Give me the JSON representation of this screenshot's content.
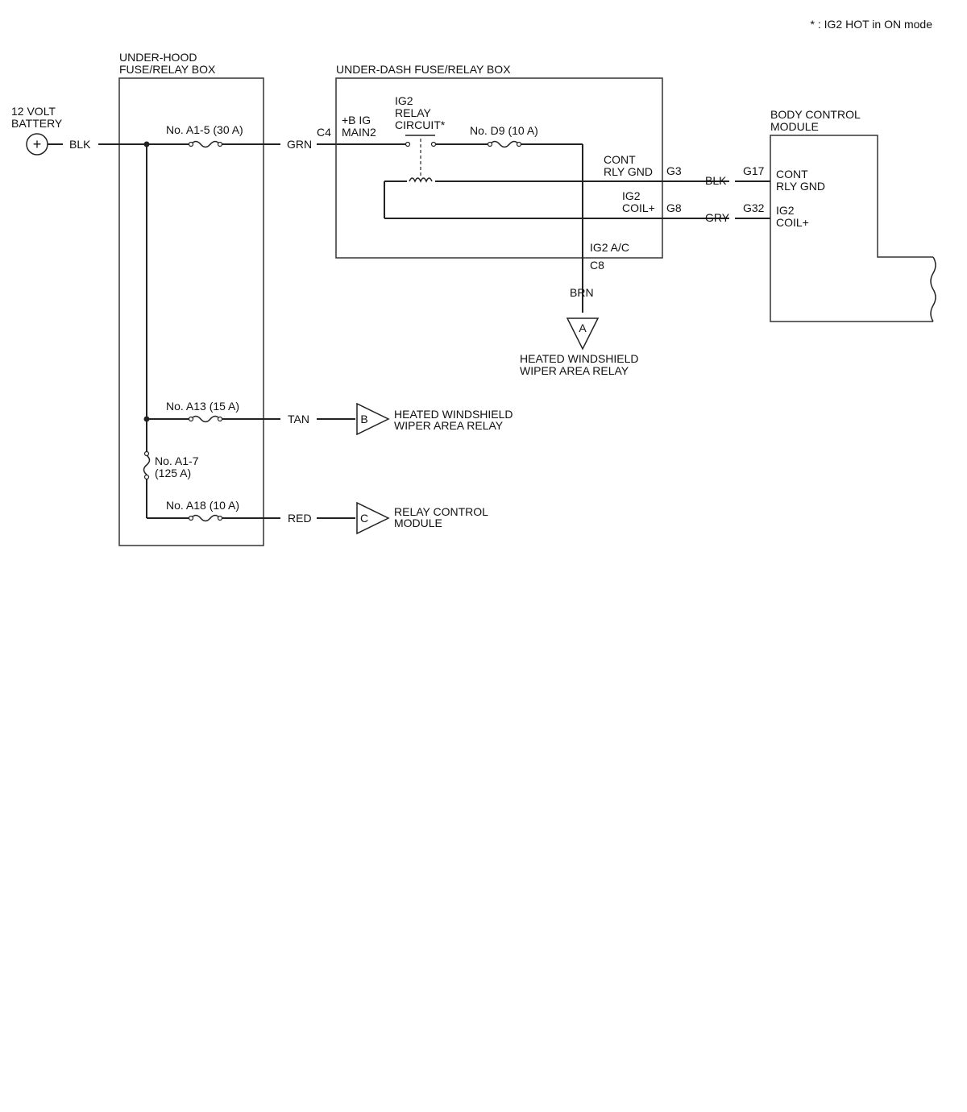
{
  "note": "* : IG2 HOT in ON mode",
  "battery": {
    "line1": "12 VOLT",
    "line2": "BATTERY",
    "wire": "BLK",
    "symbol": "+"
  },
  "under_hood_box": {
    "line1": "UNDER-HOOD",
    "line2": "FUSE/RELAY BOX",
    "fuse_a1_5": "No. A1-5 (30 A)",
    "fuse_a13": "No. A13 (15 A)",
    "fuse_a1_7_line1": "No. A1-7",
    "fuse_a1_7_line2": "(125 A)",
    "fuse_a18": "No. A18 (10 A)"
  },
  "under_dash_box": {
    "title": "UNDER-DASH FUSE/RELAY BOX",
    "terminal_main_line1": "+B IG",
    "terminal_main_line2": "MAIN2",
    "relay_line1": "IG2",
    "relay_line2": "RELAY",
    "relay_line3": "CIRCUIT*",
    "fuse_d9": "No. D9 (10 A)",
    "cont_line1": "CONT",
    "cont_line2": "RLY GND",
    "coil_line1": "IG2",
    "coil_line2": "COIL+",
    "ig2ac": "IG2 A/C"
  },
  "wires": {
    "grn": "GRN",
    "blk": "BLK",
    "gry": "GRY",
    "brn": "BRN",
    "tan": "TAN",
    "red": "RED"
  },
  "connectors": {
    "c4": "C4",
    "g3": "G3",
    "g8": "G8",
    "c8": "C8",
    "g17": "G17",
    "g32": "G32"
  },
  "bcm": {
    "title_line1": "BODY CONTROL",
    "title_line2": "MODULE",
    "cont_line1": "CONT",
    "cont_line2": "RLY GND",
    "coil_line1": "IG2",
    "coil_line2": "COIL+"
  },
  "refs": {
    "a_letter": "A",
    "a_line1": "HEATED WINDSHIELD",
    "a_line2": "WIPER AREA RELAY",
    "b_letter": "B",
    "b_line1": "HEATED WINDSHIELD",
    "b_line2": "WIPER AREA RELAY",
    "c_letter": "C",
    "c_line1": "RELAY CONTROL",
    "c_line2": "MODULE"
  }
}
